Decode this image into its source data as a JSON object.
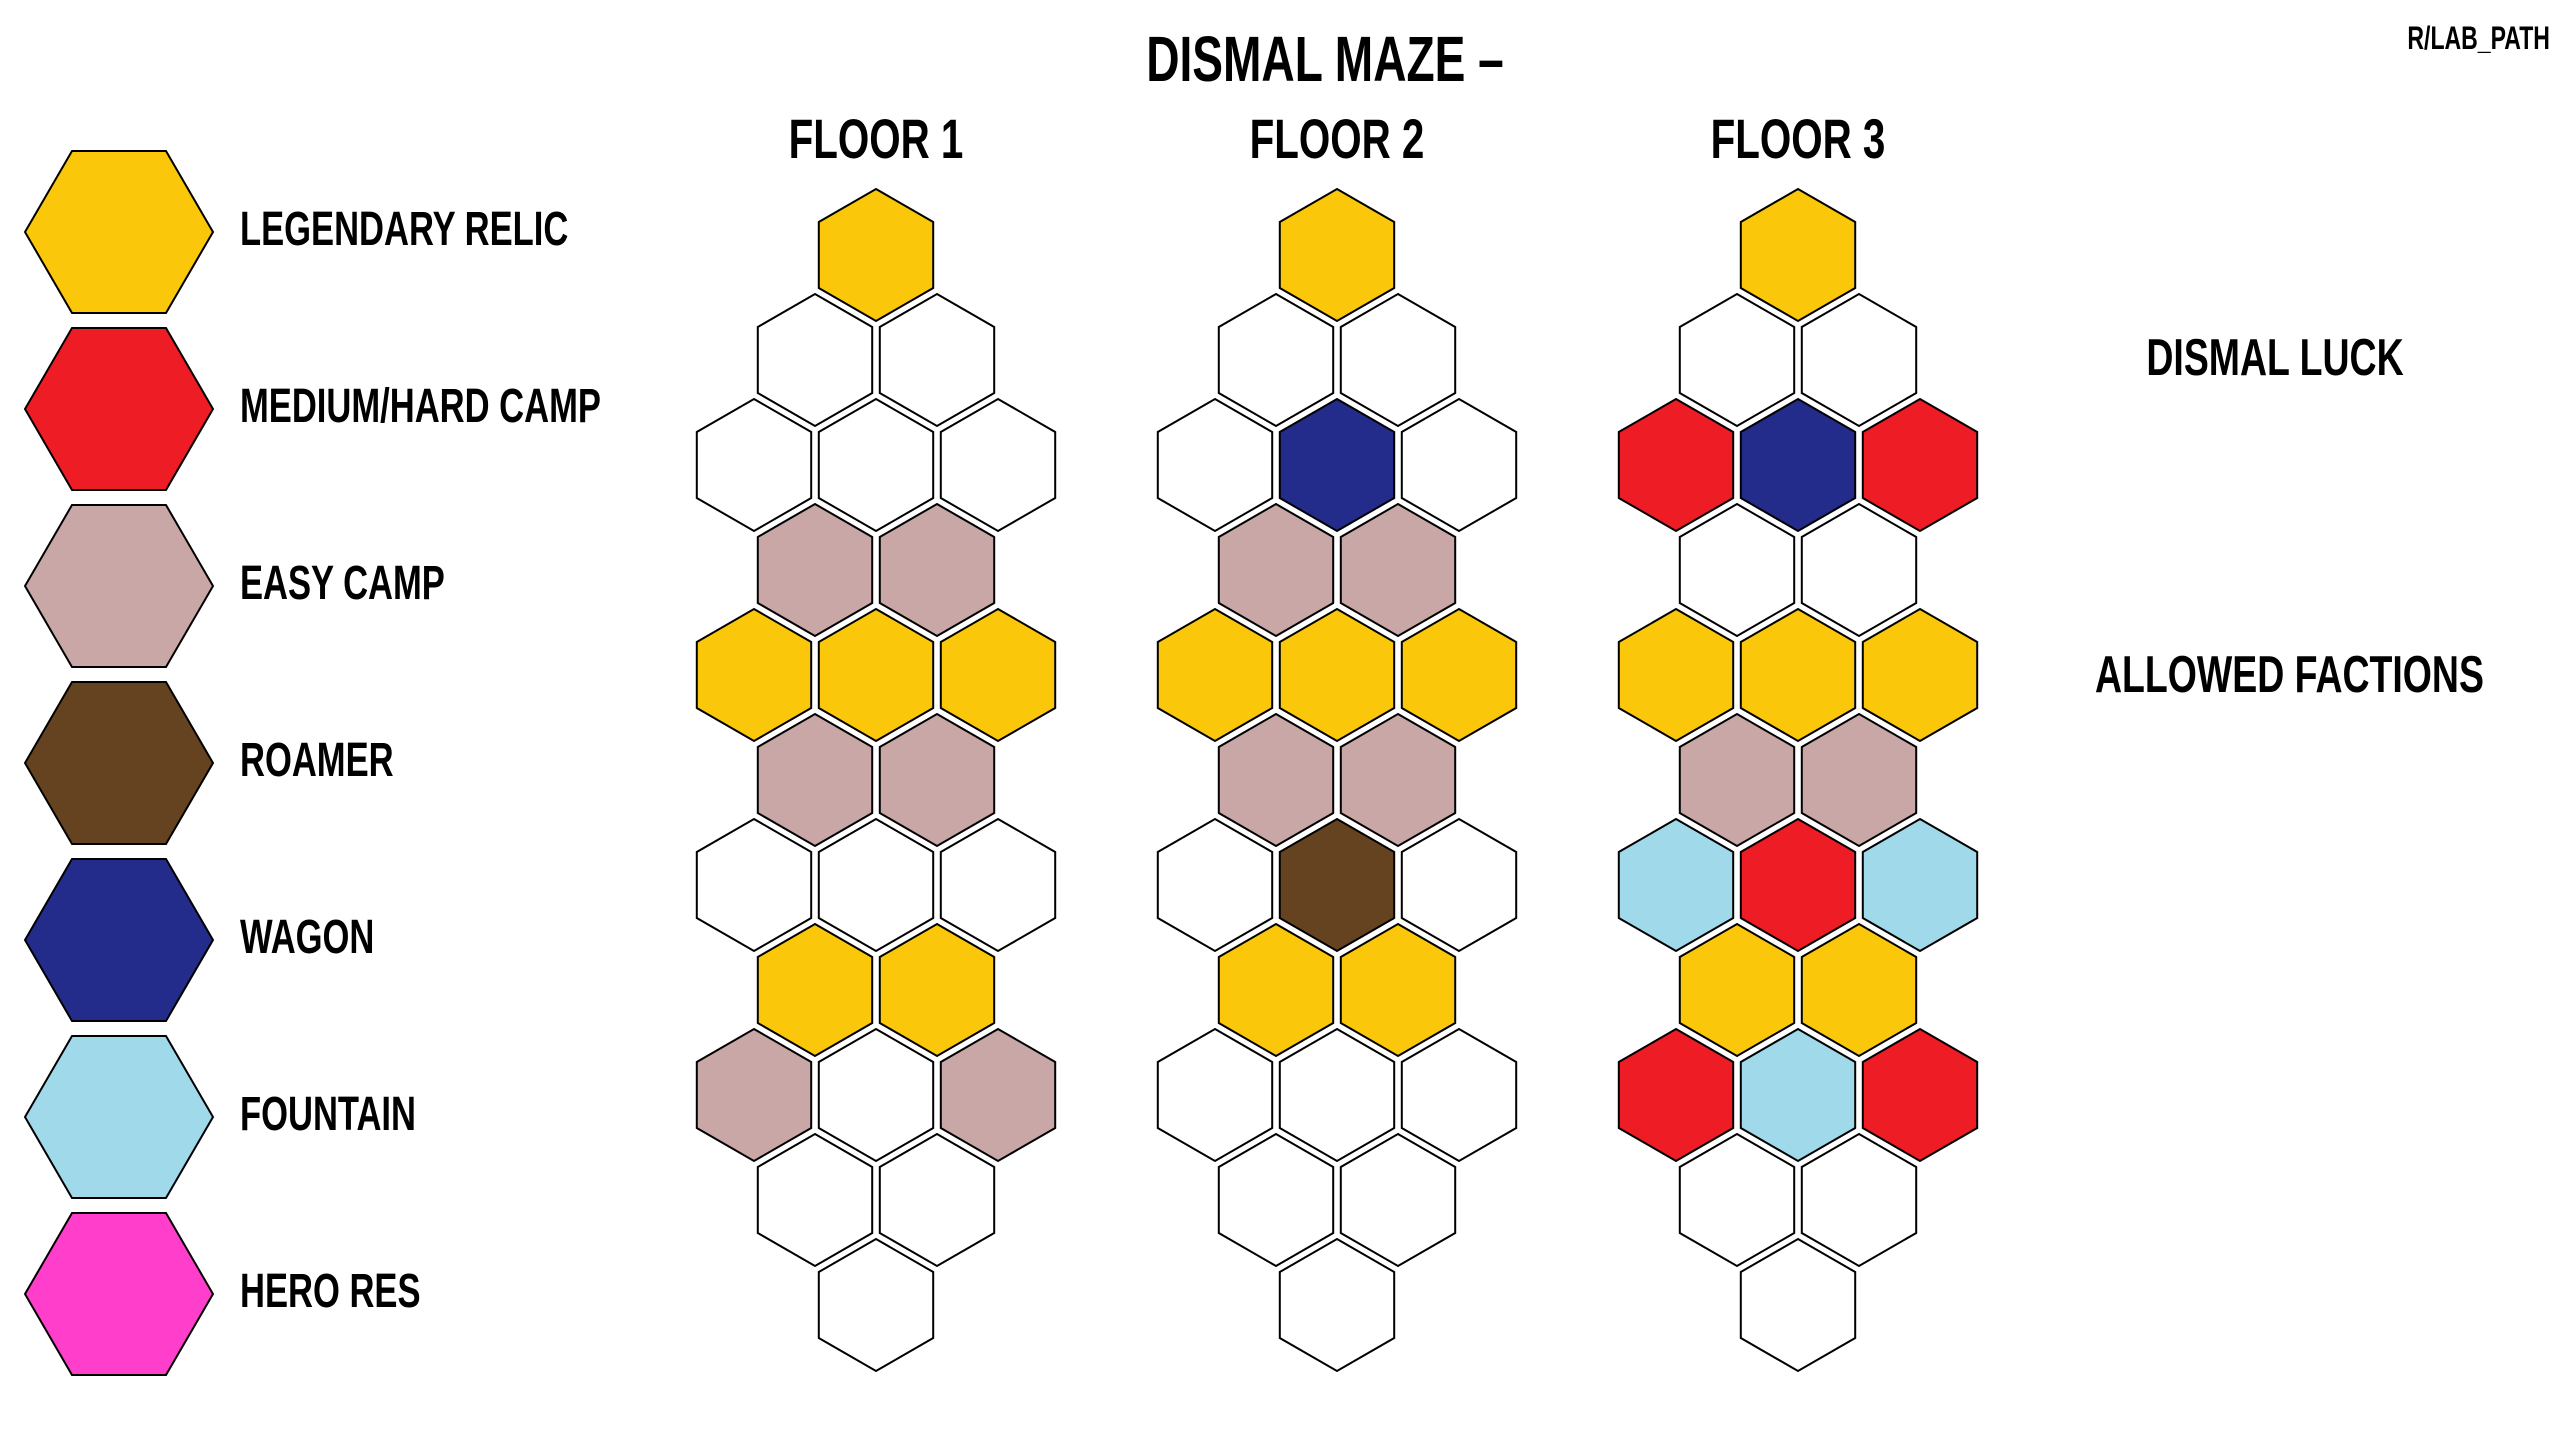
{
  "title": "DISMAL MAZE –",
  "credit": "R/LAB_PATH",
  "colors": {
    "legendary_relic": "#FBC70B",
    "medium_hard_camp": "#EE1C24",
    "easy_camp": "#C9A7A6",
    "roamer": "#654321",
    "wagon": "#232C8A",
    "fountain": "#9FD9EA",
    "hero_res": "#FF3FCB",
    "empty": "#FFFFFF",
    "outline": "#000000"
  },
  "legend": [
    {
      "key": "legendary_relic",
      "label": "LEGENDARY RELIC"
    },
    {
      "key": "medium_hard_camp",
      "label": "MEDIUM/HARD CAMP"
    },
    {
      "key": "easy_camp",
      "label": "EASY CAMP"
    },
    {
      "key": "roamer",
      "label": "ROAMER"
    },
    {
      "key": "wagon",
      "label": "WAGON"
    },
    {
      "key": "fountain",
      "label": "FOUNTAIN"
    },
    {
      "key": "hero_res",
      "label": "HERO RES"
    }
  ],
  "floors": [
    {
      "name": "FLOOR 1",
      "rows": [
        [
          "legendary_relic"
        ],
        [
          "empty",
          "empty"
        ],
        [
          "empty",
          "empty",
          "empty"
        ],
        [
          "easy_camp",
          "easy_camp"
        ],
        [
          "legendary_relic",
          "legendary_relic",
          "legendary_relic"
        ],
        [
          "easy_camp",
          "easy_camp"
        ],
        [
          "empty",
          "empty",
          "empty"
        ],
        [
          "legendary_relic",
          "legendary_relic"
        ],
        [
          "easy_camp",
          "empty",
          "easy_camp"
        ],
        [
          "empty",
          "empty"
        ],
        [
          "empty"
        ]
      ]
    },
    {
      "name": "FLOOR 2",
      "rows": [
        [
          "legendary_relic"
        ],
        [
          "empty",
          "empty"
        ],
        [
          "empty",
          "wagon",
          "empty"
        ],
        [
          "easy_camp",
          "easy_camp"
        ],
        [
          "legendary_relic",
          "legendary_relic",
          "legendary_relic"
        ],
        [
          "easy_camp",
          "easy_camp"
        ],
        [
          "empty",
          "roamer",
          "empty"
        ],
        [
          "legendary_relic",
          "legendary_relic"
        ],
        [
          "empty",
          "empty",
          "empty"
        ],
        [
          "empty",
          "empty"
        ],
        [
          "empty"
        ]
      ]
    },
    {
      "name": "FLOOR 3",
      "rows": [
        [
          "legendary_relic"
        ],
        [
          "empty",
          "empty"
        ],
        [
          "medium_hard_camp",
          "wagon",
          "medium_hard_camp"
        ],
        [
          "empty",
          "empty"
        ],
        [
          "legendary_relic",
          "legendary_relic",
          "legendary_relic"
        ],
        [
          "easy_camp",
          "easy_camp"
        ],
        [
          "fountain",
          "medium_hard_camp",
          "fountain"
        ],
        [
          "legendary_relic",
          "legendary_relic"
        ],
        [
          "medium_hard_camp",
          "fountain",
          "medium_hard_camp"
        ],
        [
          "empty",
          "empty"
        ],
        [
          "empty"
        ]
      ]
    }
  ],
  "side_labels": {
    "dismal_luck": "DISMAL LUCK",
    "allowed_factions": "ALLOWED FACTIONS"
  }
}
